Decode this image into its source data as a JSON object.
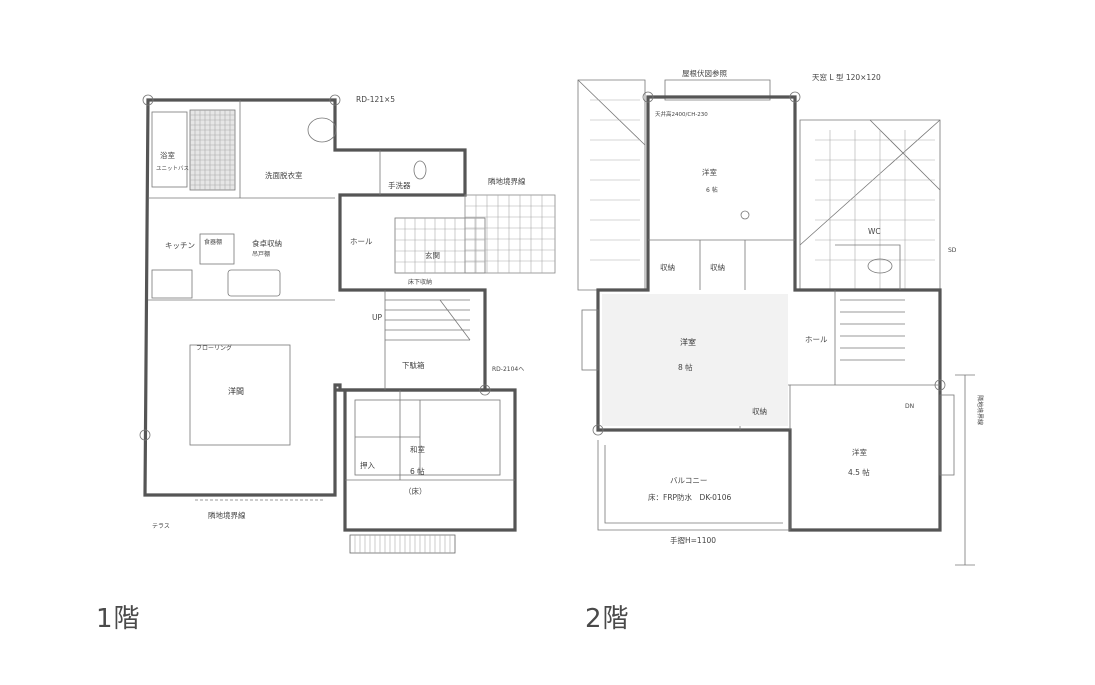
{
  "floors": [
    {
      "caption": "1階",
      "rooms": {
        "bath": "浴室",
        "bath_sub": "ユニットバス",
        "washroom": "洗面脱衣室",
        "toilet": "手洗器",
        "hall": "ホール",
        "genkan": "玄関",
        "kitchen": "キッチン",
        "storage": "食器棚",
        "dining": "食卓収納",
        "dining_sub": "吊戸棚",
        "living": "洋間",
        "flooring": "フローリング",
        "washitsu": "和室",
        "tatami": "6 帖",
        "oshiire": "押入",
        "tokonoma": "（床）",
        "shoes": "下駄箱",
        "stair_ud": "UP"
      },
      "notes": {
        "top_right": "RD-121×5",
        "entry_right": "隣地境界線",
        "bottom": "隣地境界線",
        "side_rd": "RD-2104へ",
        "terrace": "テラス",
        "stair_dn": "床下収納"
      }
    },
    {
      "caption": "2階",
      "rooms": {
        "room_top": "洋室",
        "room_top_size": "6 帖",
        "closet1": "収納",
        "closet2": "収納",
        "big_room": "洋室",
        "big_room_size": "8 帖",
        "closet3": "収納",
        "hall2": "ホール",
        "room_br": "洋室",
        "room_br_size": "4.5 帖",
        "balcony": "バルコニー",
        "balcony_note": "床：FRP防水　DK-0106",
        "toilet2": "WC"
      },
      "notes": {
        "top": "屋根伏図参照",
        "top_right": "天窓 L 型 120×120",
        "top_sub": "天井高2400/CH-230",
        "bottom": "手摺H=1100",
        "right_note": "隣地境界線",
        "dn": "DN",
        "side_sd": "SD"
      }
    }
  ]
}
